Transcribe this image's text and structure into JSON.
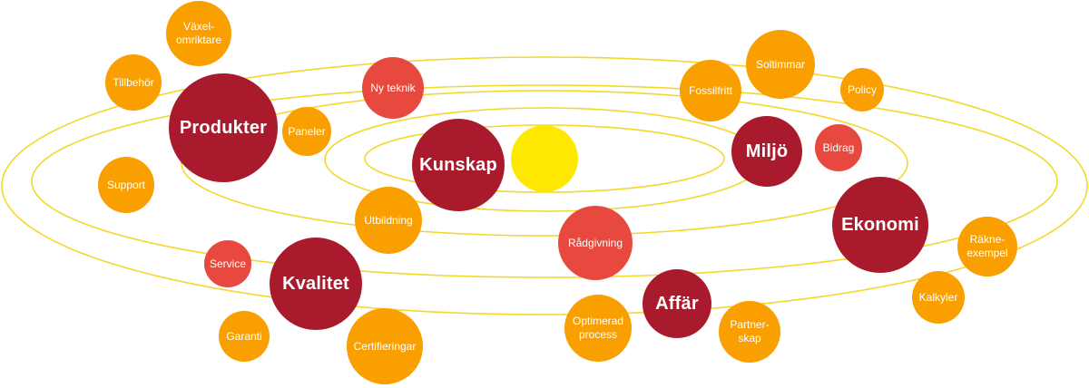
{
  "colors": {
    "orbit": "#F2D82C",
    "sun": "#FFE800",
    "major": "#A91A2C",
    "red": "#E8493F",
    "orange": "#F9A000"
  },
  "nodes": [
    {
      "id": "produkter",
      "label": "Produkter",
      "kind": "major",
      "color": "major"
    },
    {
      "id": "kunskap",
      "label": "Kunskap",
      "kind": "major",
      "color": "major"
    },
    {
      "id": "miljo",
      "label": "Miljö",
      "kind": "major",
      "color": "major"
    },
    {
      "id": "ekonomi",
      "label": "Ekonomi",
      "kind": "major",
      "color": "major"
    },
    {
      "id": "kvalitet",
      "label": "Kvalitet",
      "kind": "major",
      "color": "major"
    },
    {
      "id": "affar",
      "label": "Affär",
      "kind": "major",
      "color": "major"
    },
    {
      "id": "ny-teknik",
      "label": "Ny teknik",
      "kind": "minor",
      "color": "red"
    },
    {
      "id": "bidrag",
      "label": "Bidrag",
      "kind": "minor",
      "color": "red"
    },
    {
      "id": "service",
      "label": "Service",
      "kind": "minor",
      "color": "red"
    },
    {
      "id": "radgivning",
      "label": "Rådgivning",
      "kind": "minor",
      "color": "red"
    },
    {
      "id": "vaxelomriktare",
      "label": "Växel-\nomriktare",
      "kind": "minor",
      "color": "orange"
    },
    {
      "id": "tillbehor",
      "label": "Tillbehör",
      "kind": "minor",
      "color": "orange"
    },
    {
      "id": "paneler",
      "label": "Paneler",
      "kind": "minor",
      "color": "orange"
    },
    {
      "id": "support",
      "label": "Support",
      "kind": "minor",
      "color": "orange"
    },
    {
      "id": "utbildning",
      "label": "Utbildning",
      "kind": "minor",
      "color": "orange"
    },
    {
      "id": "garanti",
      "label": "Garanti",
      "kind": "minor",
      "color": "orange"
    },
    {
      "id": "certifieringar",
      "label": "Certifieringar",
      "kind": "minor",
      "color": "orange"
    },
    {
      "id": "fossilfritt",
      "label": "Fossilfritt",
      "kind": "minor",
      "color": "orange"
    },
    {
      "id": "soltimmar",
      "label": "Soltimmar",
      "kind": "minor",
      "color": "orange"
    },
    {
      "id": "policy",
      "label": "Policy",
      "kind": "minor",
      "color": "orange"
    },
    {
      "id": "rakneexempel",
      "label": "Räkne-\nexempel",
      "kind": "minor",
      "color": "orange"
    },
    {
      "id": "kalkyler",
      "label": "Kalkyler",
      "kind": "minor",
      "color": "orange"
    },
    {
      "id": "optimerad-process",
      "label": "Optimerad\nprocess",
      "kind": "minor",
      "color": "orange"
    },
    {
      "id": "partnerskap",
      "label": "Partner-\nskap",
      "kind": "minor",
      "color": "orange"
    }
  ]
}
